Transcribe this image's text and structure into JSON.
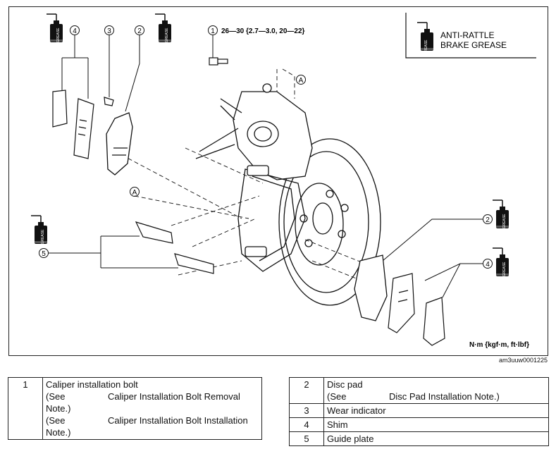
{
  "diagram": {
    "callouts": [
      "1",
      "2",
      "3",
      "4",
      "5",
      "2",
      "4"
    ],
    "torque_spec": "26—30 {2.7—3.0, 20—22}",
    "section_marker": "A",
    "units": "N·m {kgf·m, ft·lbf}",
    "legend_line1": "ANTI-RATTLE",
    "legend_line2": "BRAKE GREASE",
    "grease_label": "GREASE",
    "image_code": "am3uuw0001225"
  },
  "parts_left": [
    {
      "num": "1",
      "name": "Caliper installation bolt",
      "see1": "(See",
      "ref1": "Caliper Installation Bolt Removal",
      "note1": "Note.)",
      "see2": "(See",
      "ref2": "Caliper Installation Bolt Installation",
      "note2": "Note.)"
    }
  ],
  "parts_right": [
    {
      "num": "2",
      "name": "Disc pad",
      "see": "(See",
      "ref": "Disc Pad Installation Note.)"
    },
    {
      "num": "3",
      "name": "Wear indicator"
    },
    {
      "num": "4",
      "name": "Shim"
    },
    {
      "num": "5",
      "name": "Guide plate"
    }
  ]
}
